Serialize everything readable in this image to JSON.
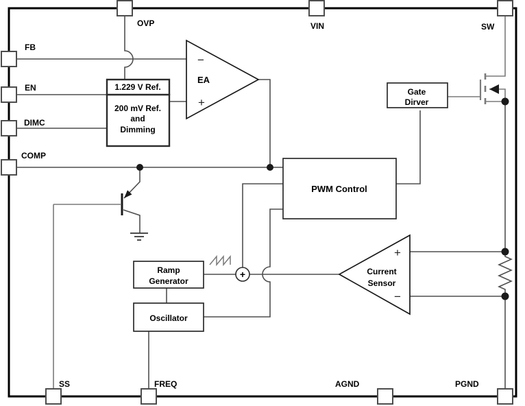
{
  "pins": {
    "ovp": "OVP",
    "vin": "VIN",
    "sw": "SW",
    "fb": "FB",
    "en": "EN",
    "dimc": "DIMC",
    "comp": "COMP",
    "ss": "SS",
    "freq": "FREQ",
    "agnd": "AGND",
    "pgnd": "PGND"
  },
  "blocks": {
    "ref_top": "1.229 V Ref.",
    "ref_bottom": {
      "line1": "200 mV Ref.",
      "line2": "and",
      "line3": "Dimming"
    },
    "ea": "EA",
    "pwm": "PWM Control",
    "gate_driver": {
      "line1": "Gate",
      "line2": "Dirver"
    },
    "ramp": {
      "line1": "Ramp",
      "line2": "Generator"
    },
    "oscillator": "Oscillator",
    "current_sensor": {
      "line1": "Current",
      "line2": "Sensor"
    }
  },
  "symbols": {
    "ea_minus": "−",
    "ea_plus": "+",
    "cs_plus": "+",
    "cs_minus": "−",
    "sum_plus": "+"
  },
  "colors": {
    "background": "#ffffff",
    "border": "#000000",
    "wire": "#4f4f4f",
    "wire_light": "#7a7a7a",
    "block_border": "#2b2b2b",
    "text": "#000000"
  }
}
